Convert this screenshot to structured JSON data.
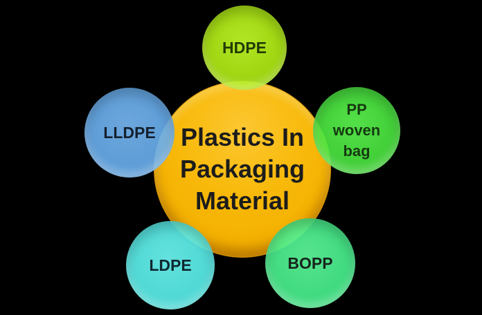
{
  "background_color": "#000000",
  "diagram": {
    "type": "radial",
    "center": {
      "label": "Plastics In Packaging Material",
      "line1": "Plastics In",
      "line2": "Packaging",
      "line3": "Material",
      "fill": "#F6B40B",
      "text_color": "#1C1C1C"
    },
    "nodes": {
      "hdpe": {
        "label": "HDPE",
        "fill": "#ACE414",
        "text_color": "#223A06",
        "position": "top"
      },
      "pp": {
        "label": "PP woven bag",
        "line1": "PP",
        "line2": "woven",
        "line3": "bag",
        "fill": "#3ED637",
        "text_color": "#153A10",
        "position": "right"
      },
      "lldpe": {
        "label": "LLDPE",
        "fill": "#5B9BD5",
        "text_color": "#14202E",
        "position": "left"
      },
      "ldpe": {
        "label": "LDPE",
        "fill": "#4CDCD8",
        "text_color": "#0F2831",
        "position": "bottom-left"
      },
      "bopp": {
        "label": "BOPP",
        "fill": "#3BDF80",
        "text_color": "#17241C",
        "position": "bottom-right"
      }
    }
  }
}
